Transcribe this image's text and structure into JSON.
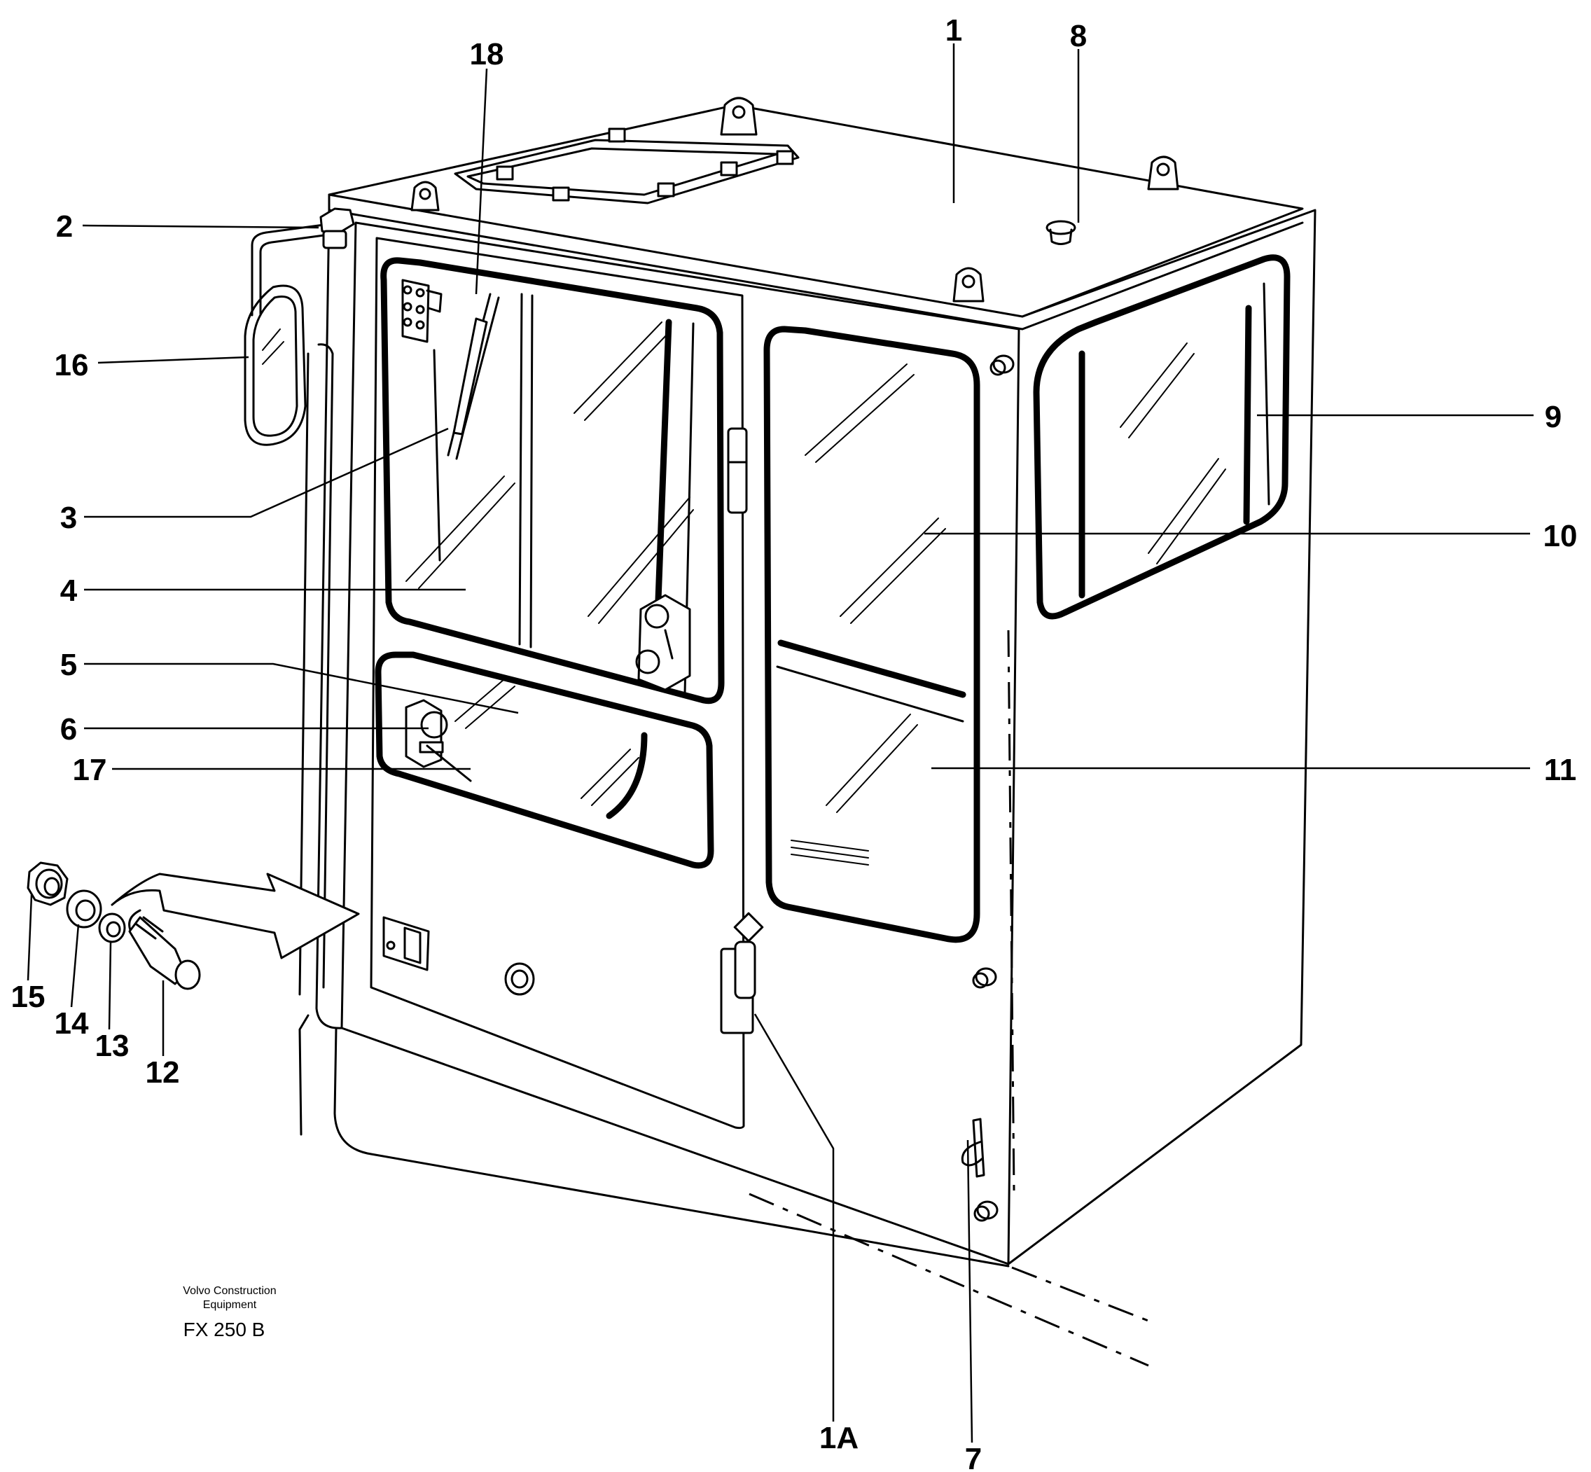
{
  "callouts": [
    "1",
    "1A",
    "2",
    "3",
    "4",
    "5",
    "6",
    "7",
    "8",
    "9",
    "10",
    "11",
    "12",
    "13",
    "14",
    "15",
    "16",
    "17",
    "18"
  ],
  "footer": {
    "line1": "Volvo Construction",
    "line2": "Equipment",
    "code": "FX 250 B"
  }
}
